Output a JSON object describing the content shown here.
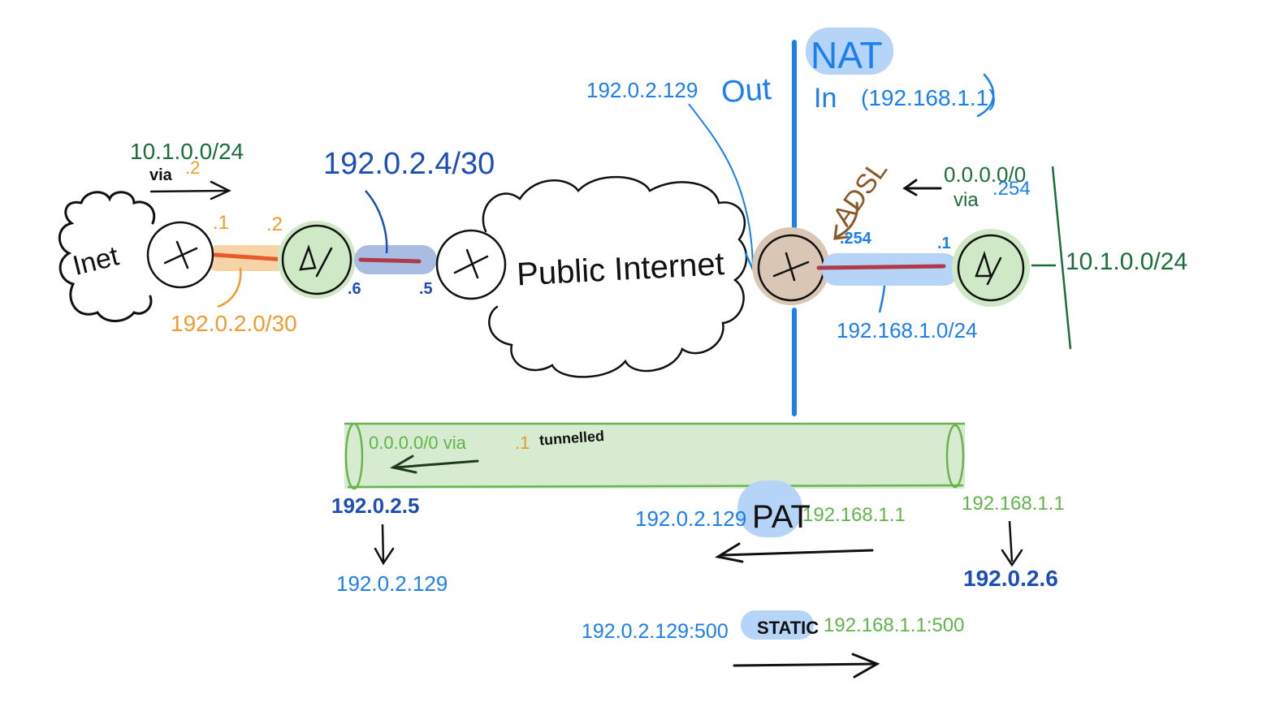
{
  "colors": {
    "ink": "#111111",
    "blue_bright": "#1a7ff0",
    "blue_dark": "#1b4fb5",
    "green_dark": "#1a6e3a",
    "green_light": "#5fb548",
    "orange": "#f29a2e",
    "brown": "#8b5a2b",
    "red_link": "#b03a4a",
    "orange_link": "#e85a2a",
    "node_green_fill": "#cfe8c6",
    "node_brown_fill": "#d9c6b4",
    "highlight_blue": "#b6d4f7",
    "highlight_navy": "#a9bde3",
    "highlight_orange": "#f7d3a8",
    "tunnel_fill": "#d6ebcf",
    "tunnel_stroke": "#6ab44f"
  },
  "nodes": {
    "inet_cloud": {
      "label": "Inet"
    },
    "isp_router": {
      "icon": "router-icon"
    },
    "left_firewall": {
      "icon": "firewall-icon"
    },
    "public_router": {
      "icon": "router-icon"
    },
    "public_cloud": {
      "label": "Public Internet"
    },
    "adsl_router": {
      "icon": "router-icon",
      "label": "ADSL"
    },
    "right_firewall": {
      "icon": "firewall-icon"
    }
  },
  "links": {
    "inet_link": {
      "subnet": "192.0.2.0/30",
      "left_host": ".1",
      "right_host": ".2"
    },
    "transit_link": {
      "subnet": "192.0.2.4/30",
      "left_host": ".6",
      "right_host": ".5"
    },
    "lan_link": {
      "subnet": "192.168.1.0/24",
      "left_host": ".254",
      "right_host": ".1"
    }
  },
  "routes": {
    "left_route": {
      "prefix": "10.1.0.0/24",
      "via_word": "via",
      "via_host": ".2"
    },
    "right_route": {
      "prefix": "0.0.0.0/0",
      "via_word": "via",
      "via_host": ".254"
    },
    "right_lan": {
      "prefix": "10.1.0.0/24"
    }
  },
  "nat": {
    "title": "NAT",
    "out_label": "Out",
    "out_ip": "192.0.2.129",
    "in_label": "In",
    "in_ip": "(192.168.1.1)"
  },
  "tunnel": {
    "route_text": "0.0.0.0/0 via",
    "route_host": ".1",
    "route_suffix": "tunnelled",
    "left_outer": "192.0.2.5",
    "left_inner": "192.0.2.129",
    "right_outer": "192.168.1.1",
    "right_inner": "192.0.2.6"
  },
  "pat": {
    "label": "PAT",
    "public_ip": "192.0.2.129",
    "private_ip": "192.168.1.1"
  },
  "static_nat": {
    "label": "STATIC",
    "public_ip": "192.0.2.129:500",
    "private_ip": "192.168.1.1:500"
  }
}
